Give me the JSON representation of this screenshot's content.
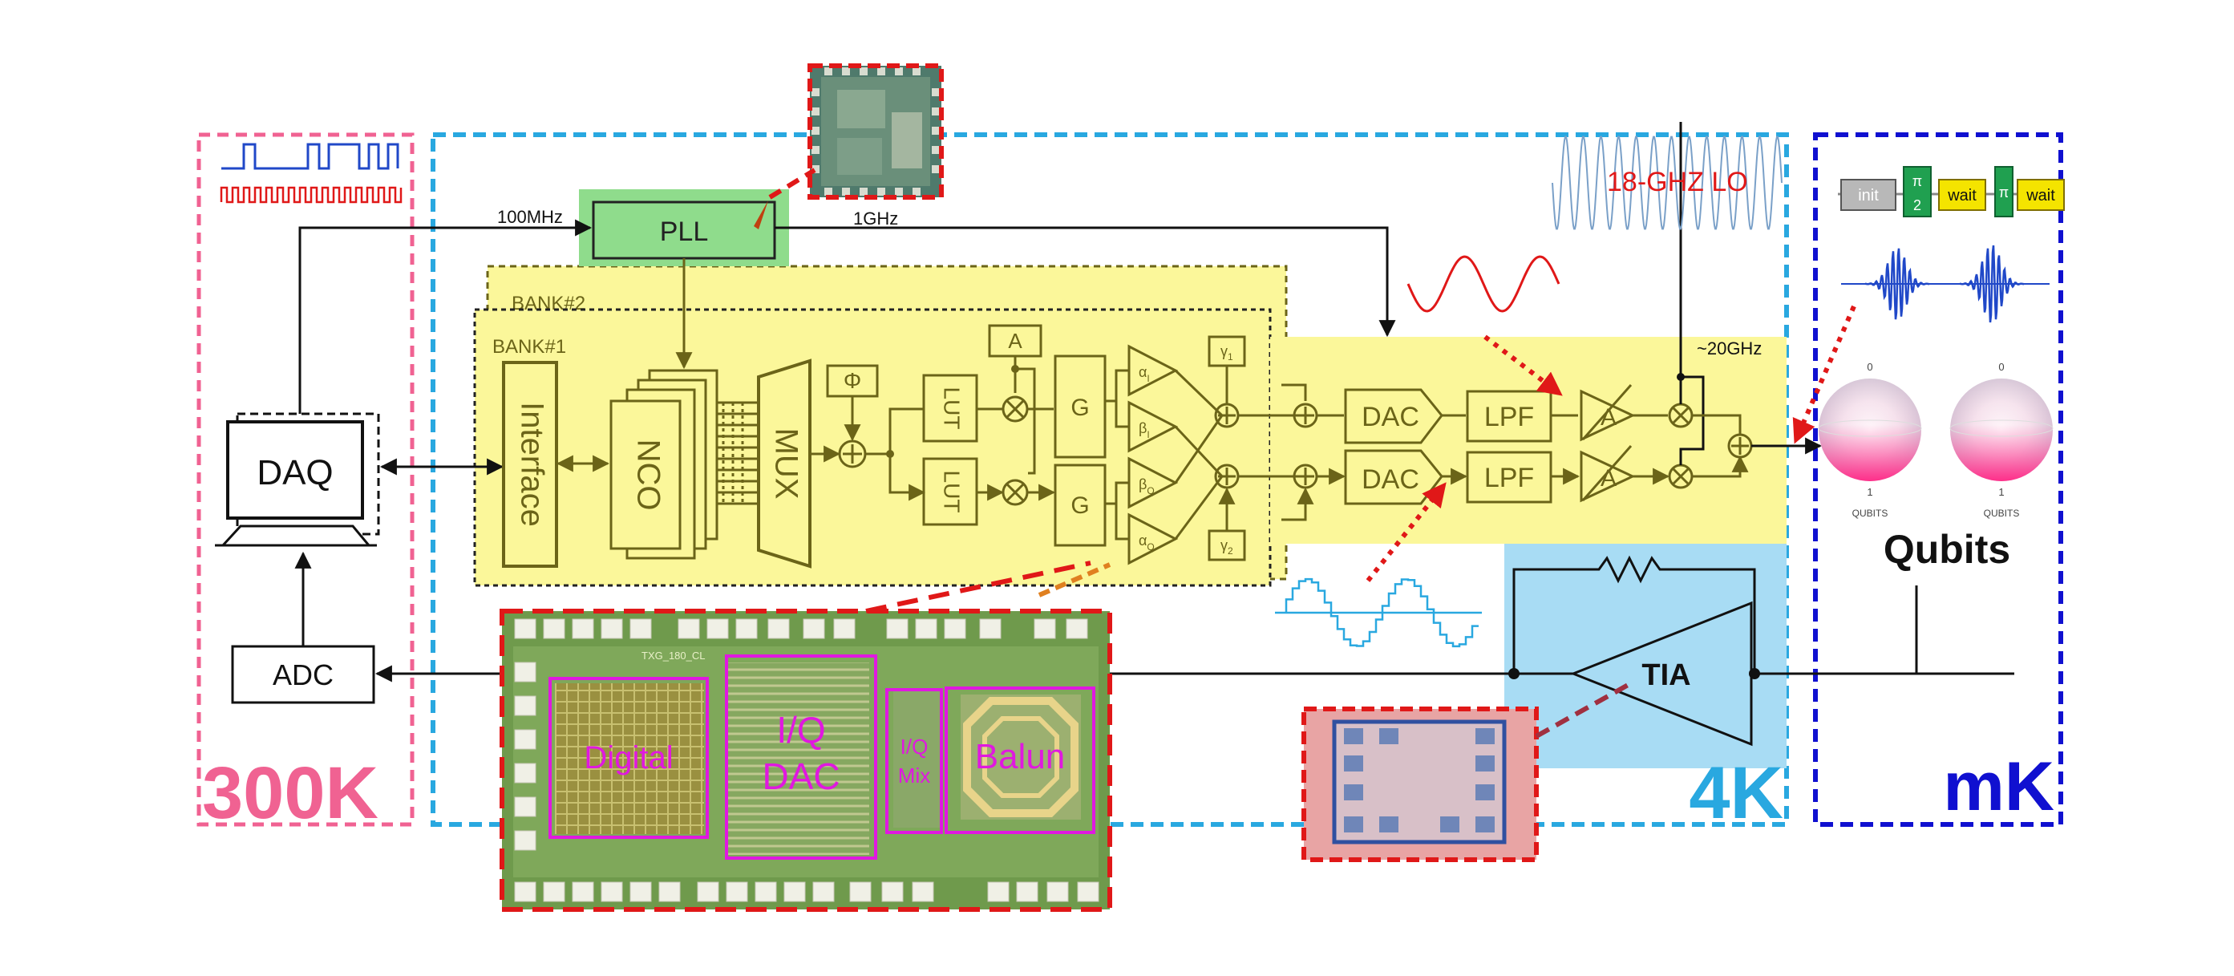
{
  "regions": {
    "room_temp": "300K",
    "cryo_4k": "4K",
    "millikelvin": "mK"
  },
  "blocks": {
    "daq": "DAQ",
    "adc": "ADC",
    "pll": "PLL",
    "interface": "Interface",
    "nco": "NCO",
    "mux": "MUX",
    "phi": "Φ",
    "lut": "LUT",
    "amp_a": "A",
    "gain": "G",
    "dac": "DAC",
    "lpf": "LPF",
    "tia": "TIA",
    "alpha_i": "α",
    "alpha_i_sub": "I",
    "beta_i": "β",
    "beta_i_sub": "I",
    "beta_q": "β",
    "beta_q_sub": "Q",
    "alpha_q": "α",
    "alpha_q_sub": "Q",
    "gamma1": "γ",
    "gamma1_sub": "1",
    "gamma2": "γ",
    "gamma2_sub": "2"
  },
  "banks": {
    "bank1": "BANK#1",
    "bank2": "BANK#2"
  },
  "signals": {
    "ref_clock": "100MHz",
    "pll_out": "1GHz",
    "lo": "18-GHZ LO",
    "rf_out": "~20GHz"
  },
  "chip": {
    "label": "TXG_180_CL",
    "digital": "Digital",
    "iq_dac_line1": "I/Q",
    "iq_dac_line2": "DAC",
    "iq_mix_line1": "I/Q",
    "iq_mix_line2": "Mix",
    "balun": "Balun"
  },
  "pulse_sequence": {
    "init": "init",
    "pi_half_num": "π",
    "pi_half_den": "2",
    "wait1": "wait",
    "pi": "π",
    "wait2": "wait"
  },
  "qubits": {
    "title": "Qubits",
    "state0": "0",
    "state1": "1",
    "caption": "QUBITS"
  },
  "colors": {
    "room_temp": "#f06292",
    "cryo_4k": "#29a8e0",
    "millikelvin": "#1010d0",
    "bank_fill": "#fbf79a",
    "block_stroke": "#6b6418",
    "pll_fill": "#8fdc8c",
    "tia_fill": "#a8dcf4",
    "chip_green": "#6f9a4c",
    "chip_outline": "#e01818",
    "magenta": "#e018e0",
    "lo_red": "#e01818"
  }
}
